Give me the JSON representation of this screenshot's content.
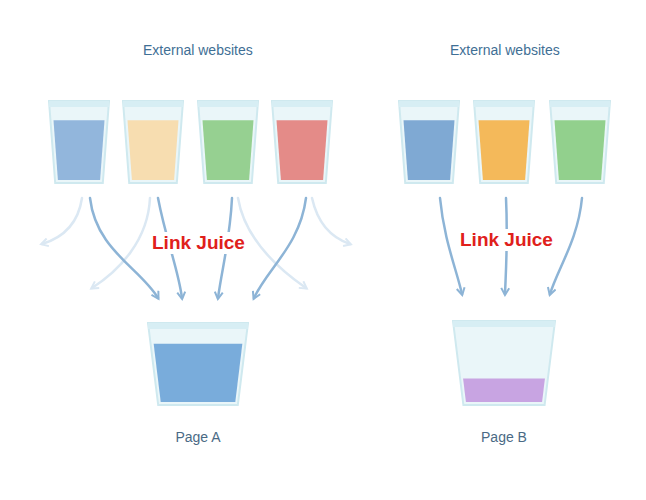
{
  "diagram": {
    "nodes": [
      {
        "text": [
          "Page A"
        ]
      },
      {
        "text": [
          "Page B"
        ]
      }
    ],
    "labels": [
      "External websites",
      "External websites",
      "Link Juice",
      "Link Juice"
    ]
  }
}
